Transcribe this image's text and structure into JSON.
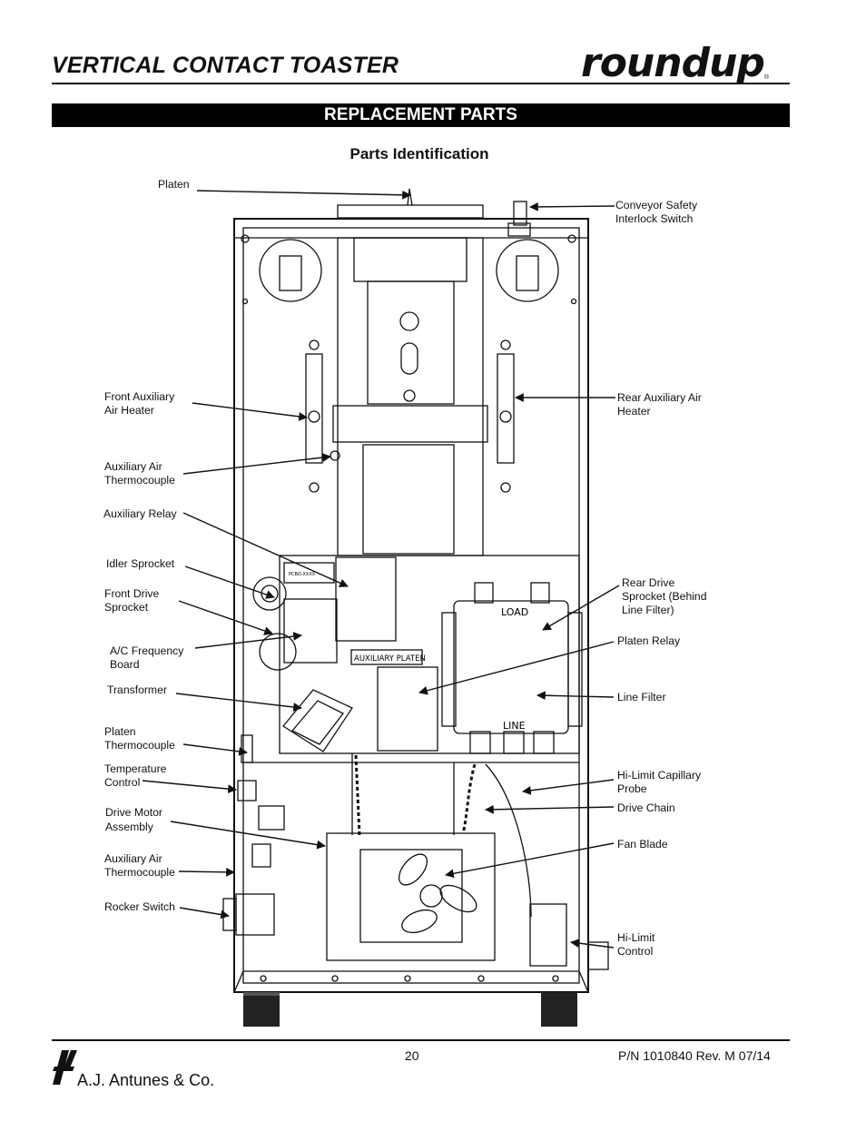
{
  "header": {
    "doc_title": "VERTICAL CONTACT TOASTER",
    "brand": "roundup",
    "brand_mark": "®"
  },
  "section": {
    "title": "REPLACEMENT PARTS",
    "subtitle": "Parts Identification"
  },
  "labels": {
    "platen": "Platen",
    "conveyor_safety": "Conveyor Safety\nInterlock Switch",
    "front_aux_heater": "Front Auxiliary\nAir Heater",
    "rear_aux_heater": "Rear Auxiliary Air\nHeater",
    "aux_thermocouple_top": "Auxiliary Air\nThermocouple",
    "aux_relay": "Auxiliary Relay",
    "idler_sprocket": "Idler Sprocket",
    "front_drive_sprocket": "Front Drive\nSprocket",
    "rear_drive_sprocket": "Rear Drive\nSprocket (Behind\nLine Filter)",
    "ac_freq_board": "A/C Frequency\nBoard",
    "platen_relay": "Platen Relay",
    "transformer": "Transformer",
    "line_filter": "Line Filter",
    "platen_thermocouple": "Platen\nThermocouple",
    "temp_control": "Temperature\nControl",
    "hi_limit_probe": "Hi-Limit Capillary\nProbe",
    "drive_chain": "Drive Chain",
    "drive_motor": "Drive Motor\nAssembly",
    "fan_blade": "Fan Blade",
    "aux_thermocouple_bottom": "Auxiliary Air\nThermocouple",
    "rocker_switch": "Rocker Switch",
    "hi_limit_control": "Hi-Limit\nControl"
  },
  "diagram_text": {
    "load": "LOAD",
    "line": "LINE",
    "aux_platen": "AUXILIARY PLATEN",
    "board_code": "PCBO-XXXX"
  },
  "footer": {
    "page": "20",
    "part_number": "P/N 1010840 Rev. M 07/14",
    "company": "A.J. Antunes & Co."
  }
}
